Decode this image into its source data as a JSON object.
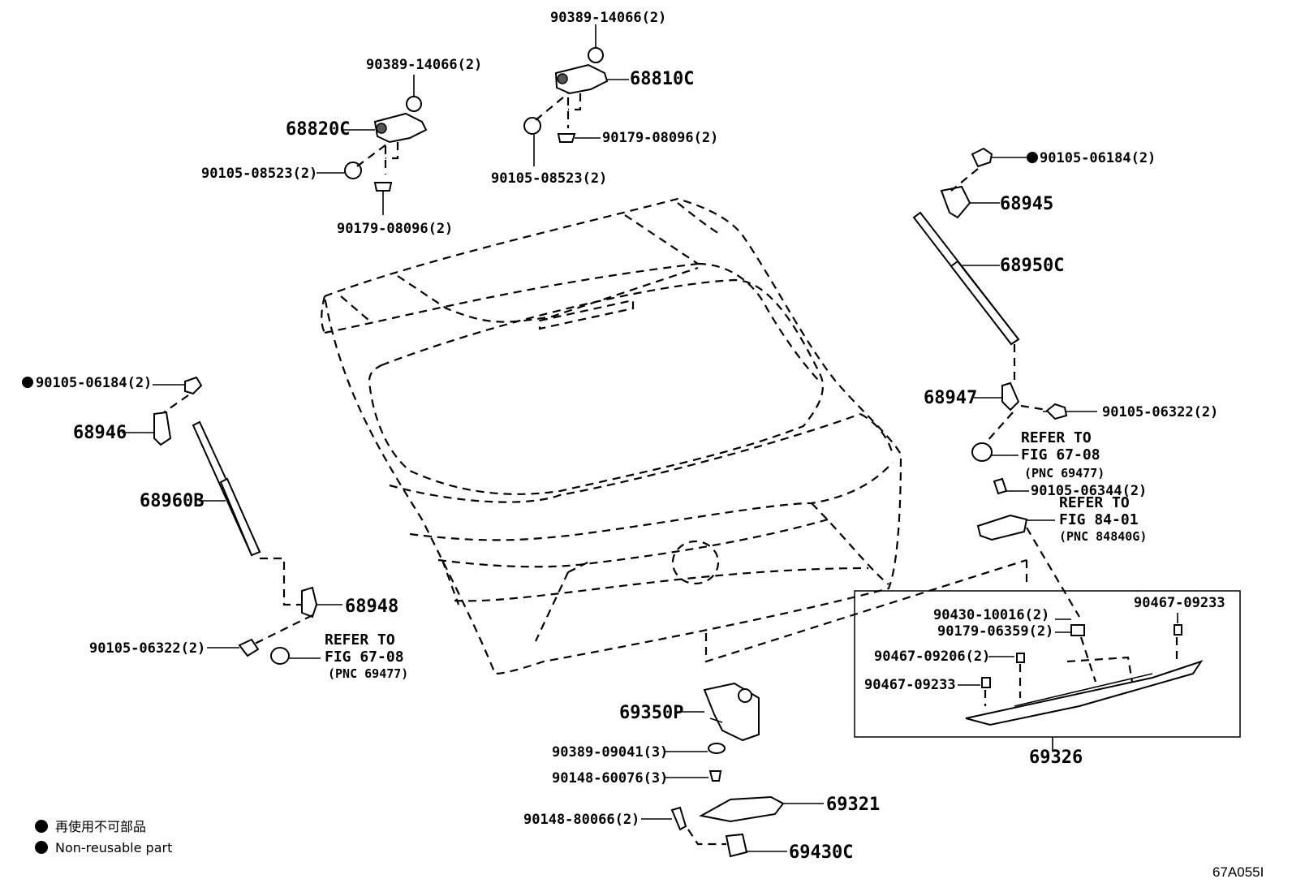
{
  "diagram": {
    "drawing_code": "67A055I",
    "legend": {
      "jp": "再使用不可部品",
      "en": "Non-reusable part"
    },
    "labels": {
      "p90389_a": "90389-14066(2)",
      "p90389_b": "90389-14066(2)",
      "p68810C": "68810C",
      "p68820C": "68820C",
      "p90179_a": "90179-08096(2)",
      "p90179_b": "90179-08096(2)",
      "p90105_08523_a": "90105-08523(2)",
      "p90105_08523_b": "90105-08523(2)",
      "p90105_06184_r": "90105-06184(2)",
      "p90105_06184_l": "90105-06184(2)",
      "p68945": "68945",
      "p68950C": "68950C",
      "p68946": "68946",
      "p68960B": "68960B",
      "p68947": "68947",
      "p90105_06322_r": "90105-06322(2)",
      "p90105_06322_l": "90105-06322(2)",
      "ref_r1": "REFER TO",
      "ref_r2": "FIG 67-08",
      "ref_r3": "(PNC 69477)",
      "p90105_06344": "90105-06344(2)",
      "ref_m1": "REFER TO",
      "ref_m2": "FIG 84-01",
      "ref_m3": "(PNC 84840G)",
      "p68948": "68948",
      "ref_l1": "REFER TO",
      "ref_l2": "FIG 67-08",
      "ref_l3": "(PNC 69477)",
      "p90430": "90430-10016(2)",
      "p90179_06359": "90179-06359(2)",
      "p90467_09233_a": "90467-09233",
      "p90467_09206": "90467-09206(2)",
      "p90467_09233_b": "90467-09233",
      "p69326": "69326",
      "p69350P": "69350P",
      "p90389_09041": "90389-09041(3)",
      "p90148_60076": "90148-60076(3)",
      "p69321": "69321",
      "p90148_80066": "90148-80066(2)",
      "p69430C": "69430C"
    }
  }
}
